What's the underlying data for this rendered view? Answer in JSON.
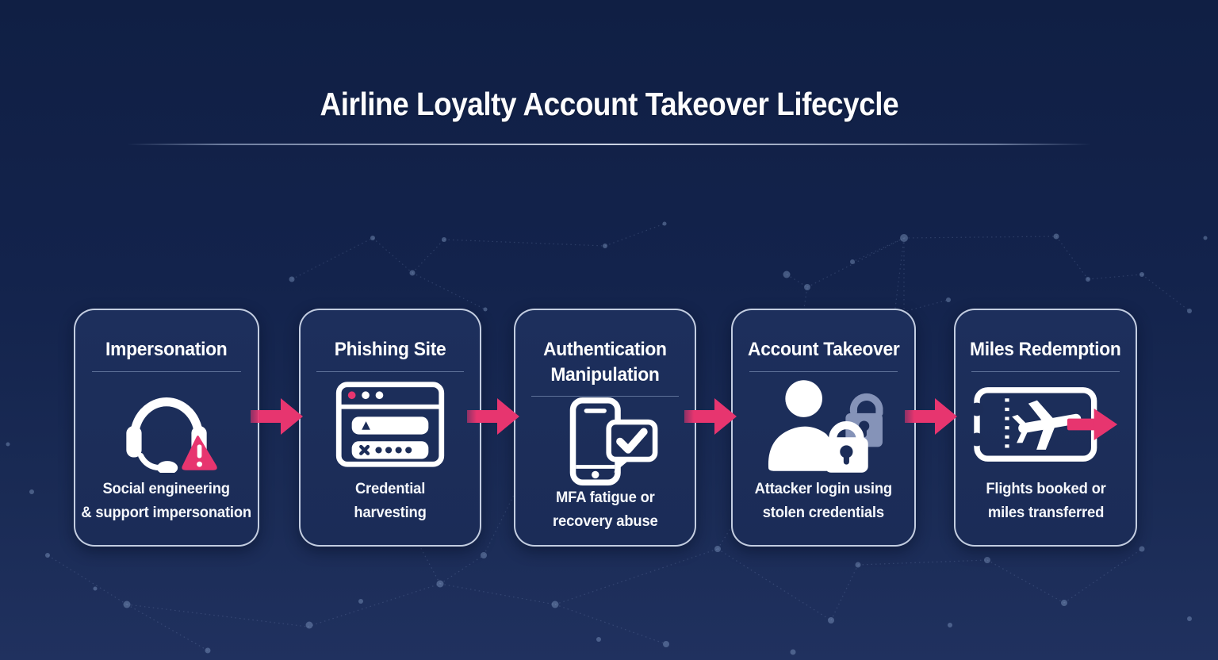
{
  "header": {
    "title": "Airline Loyalty Account Takeover Lifecycle"
  },
  "colors": {
    "background_navy": "#13234C",
    "card_fill": "#1C2D58",
    "card_border": "#DBE4F4",
    "accent_pink": "#E7356F",
    "muted_lock_slate": "#8593B8",
    "text_white": "#FFFFFF"
  },
  "stages": [
    {
      "id": "impersonation",
      "title_line1": "Impersonation",
      "desc_line1": "Social engineering",
      "desc_line2": "& support impersonation",
      "icon": "support-headset-warning-icon"
    },
    {
      "id": "phishing-site",
      "title_line1": "Phishing Site",
      "desc_line1": "Credential",
      "desc_line2": "harvesting",
      "icon": "phishing-browser-credentials-icon"
    },
    {
      "id": "authentication-manipulation",
      "title_line1": "Authentication",
      "title_line2": "Manipulation",
      "desc_line1": "MFA fatigue or",
      "desc_line2": "recovery abuse",
      "icon": "mfa-phone-approval-icon"
    },
    {
      "id": "account-takeover",
      "title_line1": "Account Takeover",
      "desc_line1": "Attacker login using",
      "desc_line2": "stolen credentials",
      "icon": "user-padlock-icon"
    },
    {
      "id": "miles-redemption",
      "title_line1": "Miles Redemption",
      "desc_line1": "Flights booked or",
      "desc_line2": "miles transferred",
      "icon": "ticket-plane-transfer-icon"
    }
  ],
  "flow": {
    "direction": "left-to-right",
    "arrow_count": 4
  }
}
